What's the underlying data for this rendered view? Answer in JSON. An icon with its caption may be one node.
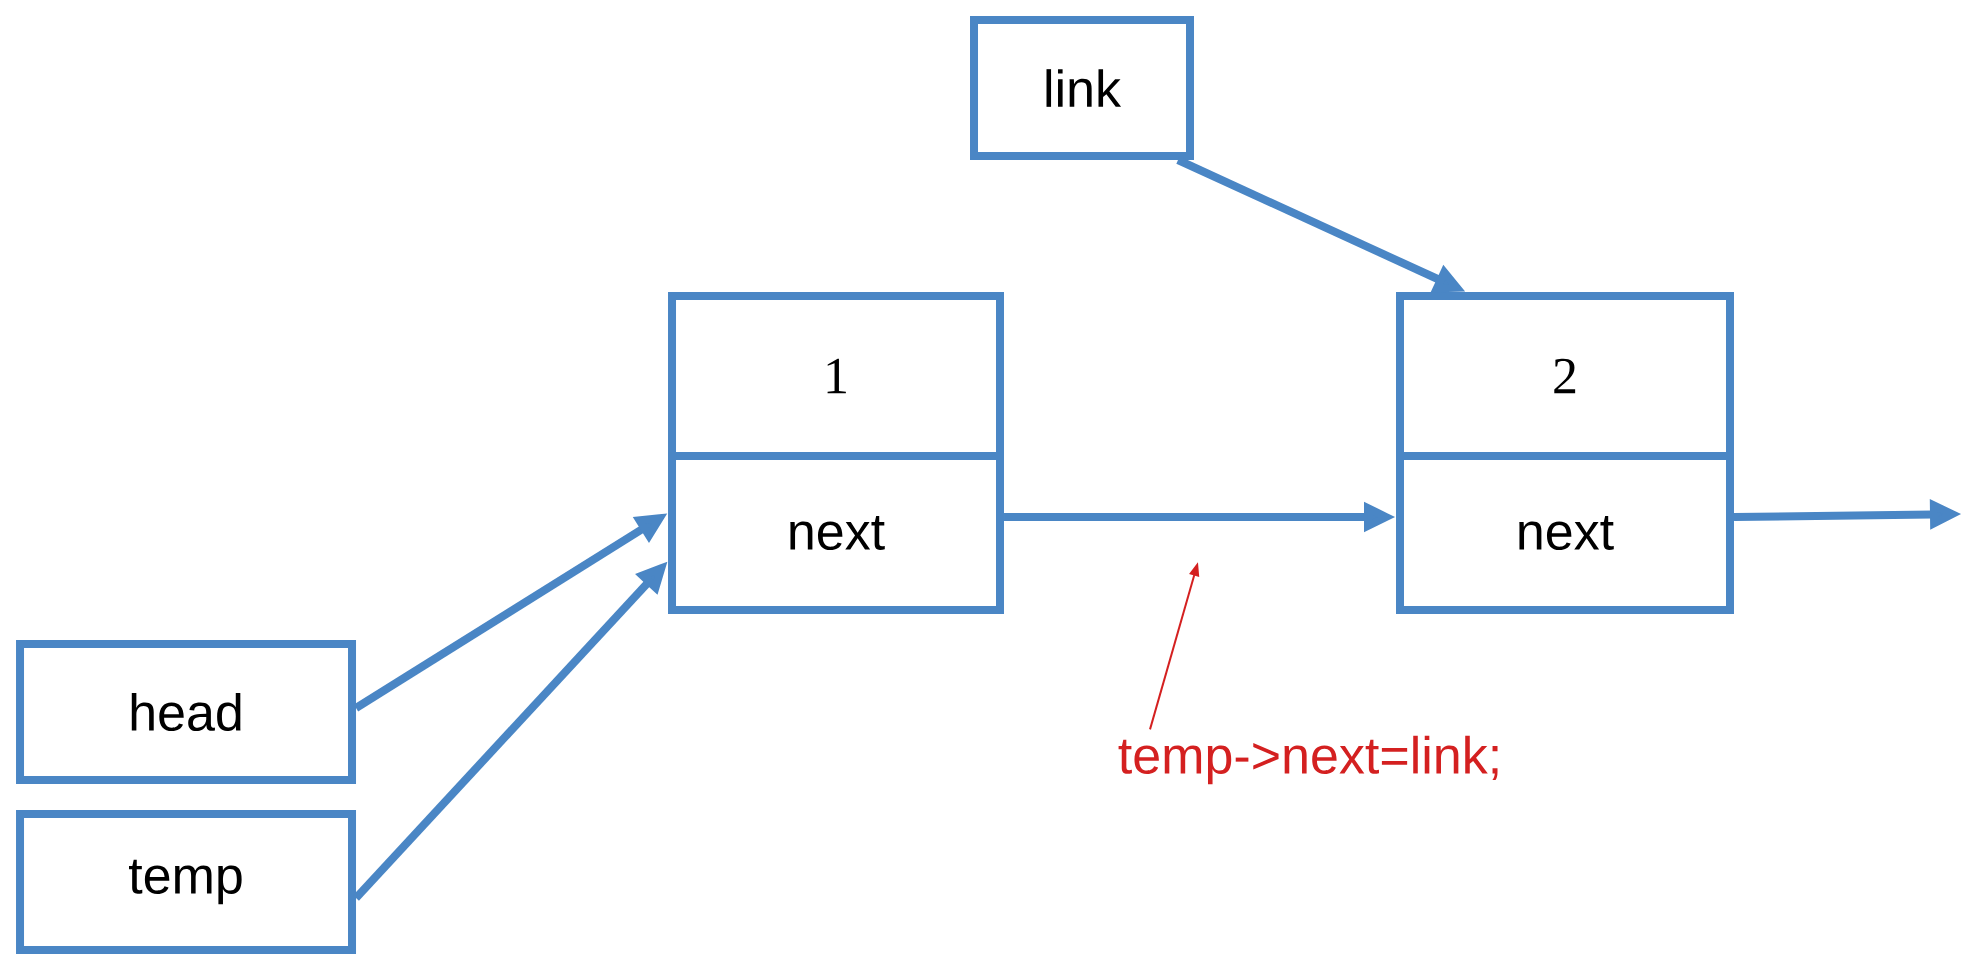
{
  "diagram": {
    "nodes": [
      {
        "text": [
          "link"
        ]
      },
      {
        "text": [
          "1"
        ]
      },
      {
        "text": [
          "next"
        ]
      },
      {
        "text": [
          "2"
        ]
      },
      {
        "text": [
          "next"
        ]
      },
      {
        "text": [
          "head"
        ]
      },
      {
        "text": [
          "temp"
        ]
      },
      {
        "text": [
          "temp->next=link;"
        ]
      }
    ],
    "edges": [
      {
        "from": 0,
        "to": 3,
        "arrow": "to"
      },
      {
        "from": 5,
        "to": 2,
        "arrow": "to"
      },
      {
        "from": 6,
        "to": 2,
        "arrow": "to"
      },
      {
        "from": 2,
        "to": 4,
        "arrow": "to"
      },
      {
        "from": 4,
        "to": null,
        "arrow": "to"
      },
      {
        "from": 7,
        "to": null,
        "arrow": "to",
        "color": "#d42020"
      }
    ]
  }
}
